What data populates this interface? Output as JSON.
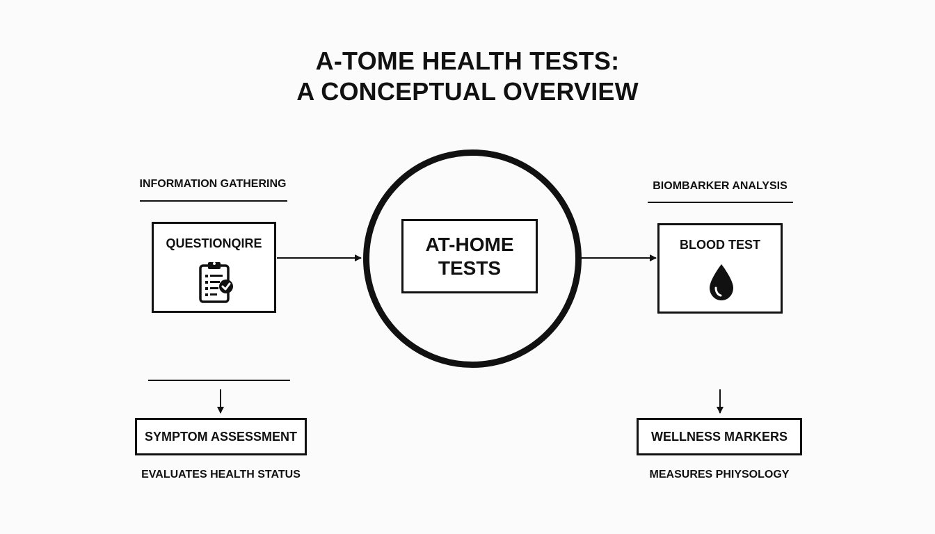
{
  "title": {
    "line1": "A-TOME HEALTH TESTS:",
    "line2": "A CONCEPTUAL OVERVIEW"
  },
  "left": {
    "section_label": "INFORMATION GATHERING",
    "box_title": "QUESTIONQIRE",
    "icon": "clipboard-check-icon",
    "result_label": "SYMPTOM ASSESSMENT",
    "caption": "EVALUATES HEALTH STATUS"
  },
  "center": {
    "line1": "AT-HOME",
    "line2": "TESTS"
  },
  "right": {
    "section_label": "BIOMBARKER ANALYSIS",
    "box_title": "BLOOD TEST",
    "icon": "blood-drop-icon",
    "result_label": "WELLNESS MARKERS",
    "caption": "MEASURES PHIYSOLOGY"
  },
  "colors": {
    "ink": "#111111",
    "background": "#fbfbfb"
  }
}
